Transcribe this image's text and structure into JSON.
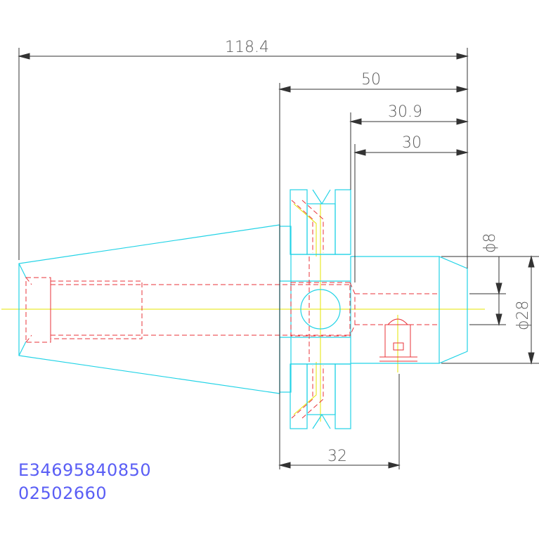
{
  "colors": {
    "outline": "#22d3e6",
    "hidden": "#e8333a",
    "center": "#e6e600",
    "dimension": "#333333",
    "code_text": "#5a5ef5"
  },
  "dimensions": {
    "overall_length": "118.4",
    "flange_to_nose": "50",
    "shank_length_a": "30.9",
    "shank_length_b": "30",
    "flange_to_setscrew": "32",
    "bore_diameter": "ϕ8",
    "body_diameter": "ϕ28"
  },
  "codes": {
    "part_number": "E34695840850",
    "order_number": "02502660"
  }
}
